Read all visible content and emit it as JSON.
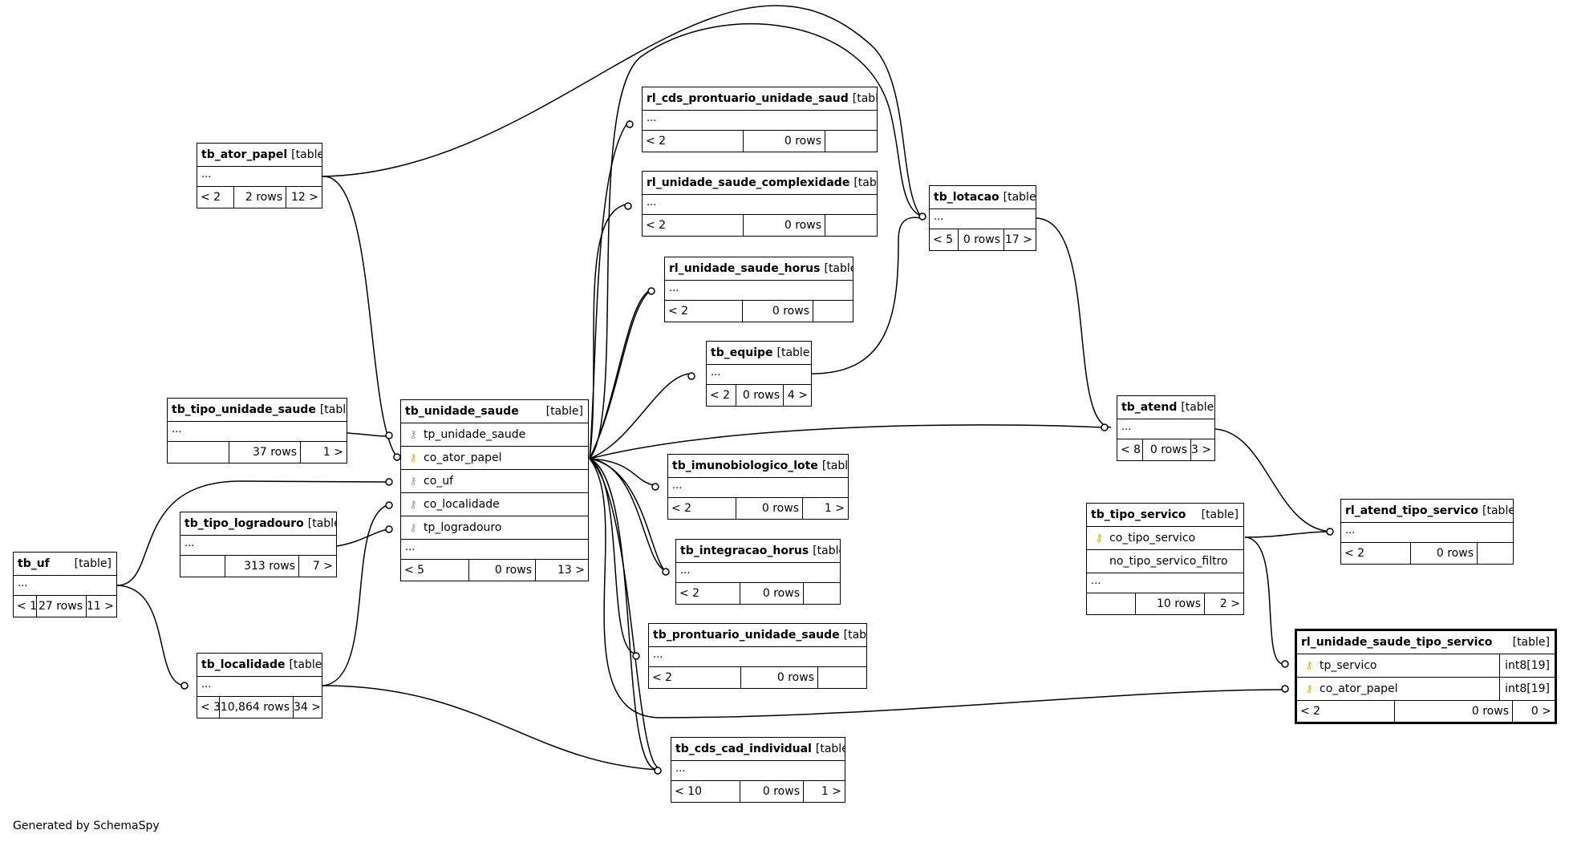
{
  "footer_text": "Generated by SchemaSpy",
  "tables": {
    "tb_ator_papel": {
      "name": "tb_ator_papel",
      "type": "[table]",
      "ellipsis": "...",
      "parents": "< 2",
      "rows": "2 rows",
      "children": "12 >"
    },
    "rl_cds_prontuario_unidade_saud": {
      "name": "rl_cds_prontuario_unidade_saud",
      "type": "[table]",
      "ellipsis": "...",
      "parents": "< 2",
      "rows": "0 rows",
      "children": ""
    },
    "rl_unidade_saude_complexidade": {
      "name": "rl_unidade_saude_complexidade",
      "type": "[table]",
      "ellipsis": "...",
      "parents": "< 2",
      "rows": "0 rows",
      "children": ""
    },
    "rl_unidade_saude_horus": {
      "name": "rl_unidade_saude_horus",
      "type": "[table]",
      "ellipsis": "...",
      "parents": "< 2",
      "rows": "0 rows",
      "children": ""
    },
    "tb_equipe": {
      "name": "tb_equipe",
      "type": "[table]",
      "ellipsis": "...",
      "parents": "< 2",
      "rows": "0 rows",
      "children": "4 >"
    },
    "tb_lotacao": {
      "name": "tb_lotacao",
      "type": "[table]",
      "ellipsis": "...",
      "parents": "< 5",
      "rows": "0 rows",
      "children": "17 >"
    },
    "tb_atend": {
      "name": "tb_atend",
      "type": "[table]",
      "ellipsis": "...",
      "parents": "< 8",
      "rows": "0 rows",
      "children": "3 >"
    },
    "tb_tipo_unidade_saude": {
      "name": "tb_tipo_unidade_saude",
      "type": "[table]",
      "ellipsis": "...",
      "parents": "",
      "rows": "37 rows",
      "children": "1 >"
    },
    "tb_unidade_saude": {
      "name": "tb_unidade_saude",
      "type": "[table]",
      "columns": [
        "tp_unidade_saude",
        "co_ator_papel",
        "co_uf",
        "co_localidade",
        "tp_logradouro"
      ],
      "ellipsis": "...",
      "parents": "< 5",
      "rows": "0 rows",
      "children": "13 >"
    },
    "tb_imunobiologico_lote": {
      "name": "tb_imunobiologico_lote",
      "type": "[table]",
      "ellipsis": "...",
      "parents": "< 2",
      "rows": "0 rows",
      "children": "1 >"
    },
    "tb_integracao_horus": {
      "name": "tb_integracao_horus",
      "type": "[table]",
      "ellipsis": "...",
      "parents": "< 2",
      "rows": "0 rows",
      "children": ""
    },
    "tb_tipo_servico": {
      "name": "tb_tipo_servico",
      "type": "[table]",
      "columns": [
        "co_tipo_servico",
        "no_tipo_servico_filtro"
      ],
      "ellipsis": "...",
      "parents": "",
      "rows": "10 rows",
      "children": "2 >"
    },
    "rl_atend_tipo_servico": {
      "name": "rl_atend_tipo_servico",
      "type": "[table]",
      "ellipsis": "...",
      "parents": "< 2",
      "rows": "0 rows",
      "children": ""
    },
    "tb_tipo_logradouro": {
      "name": "tb_tipo_logradouro",
      "type": "[table]",
      "ellipsis": "...",
      "parents": "",
      "rows": "313 rows",
      "children": "7 >"
    },
    "tb_uf": {
      "name": "tb_uf",
      "type": "[table]",
      "ellipsis": "...",
      "parents": "< 1",
      "rows": "27 rows",
      "children": "11 >"
    },
    "tb_localidade": {
      "name": "tb_localidade",
      "type": "[table]",
      "ellipsis": "...",
      "parents": "< 3",
      "rows": "10,864 rows",
      "children": "34 >"
    },
    "tb_prontuario_unidade_saude": {
      "name": "tb_prontuario_unidade_saude",
      "type": "[table]",
      "ellipsis": "...",
      "parents": "< 2",
      "rows": "0 rows",
      "children": ""
    },
    "tb_cds_cad_individual": {
      "name": "tb_cds_cad_individual",
      "type": "[table]",
      "ellipsis": "...",
      "parents": "< 10",
      "rows": "0 rows",
      "children": "1 >"
    },
    "rl_unidade_saude_tipo_servico": {
      "name": "rl_unidade_saude_tipo_servico",
      "type": "[table]",
      "columns": [
        {
          "name": "tp_servico",
          "dtype": "int8[19]"
        },
        {
          "name": "co_ator_papel",
          "dtype": "int8[19]"
        }
      ],
      "parents": "< 2",
      "rows": "0 rows",
      "children": "0 >"
    }
  }
}
